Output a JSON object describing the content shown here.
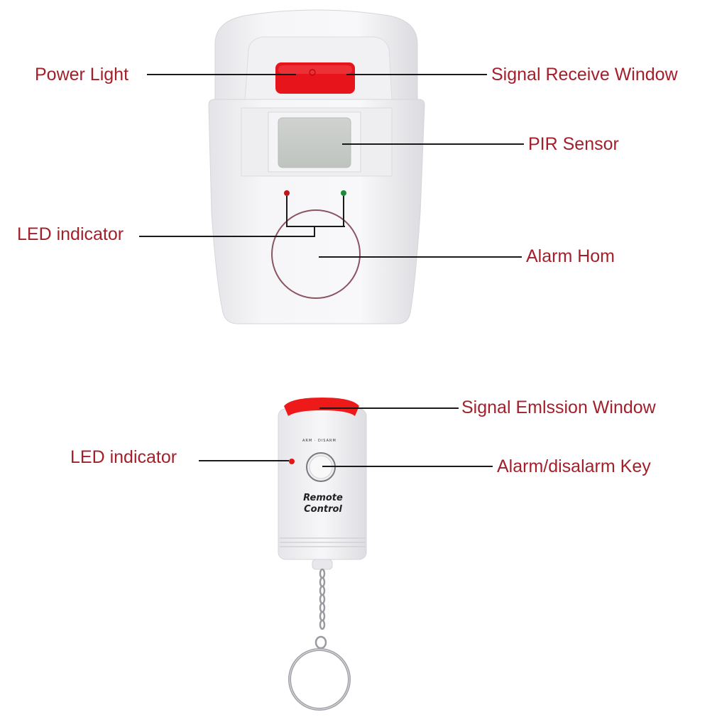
{
  "sensor_unit": {
    "labels": {
      "power_light": "Power Light",
      "signal_receive_window": "Signal Receive Window",
      "pir_sensor": "PIR Sensor",
      "led_indicator": "LED indicator",
      "alarm_horn": "Alarm Hom"
    },
    "colors": {
      "body": "#f2f2f4",
      "red_window": "#e8141c",
      "led_red": "#c0151b",
      "led_green": "#1e8a3a",
      "horn_ring": "#8a5560"
    }
  },
  "remote_unit": {
    "labels": {
      "signal_emission_window": "Signal Emlssion Window",
      "led_indicator": "LED indicator",
      "alarm_disalarm_key": "Alarm/disalarm Key"
    },
    "body_text_line1": "Remote",
    "body_text_line2": "Control",
    "tiny_text": "ARM · DISARM",
    "colors": {
      "red_window": "#ee1a1a",
      "led": "#e21818"
    }
  },
  "label_color": "#a3202b"
}
